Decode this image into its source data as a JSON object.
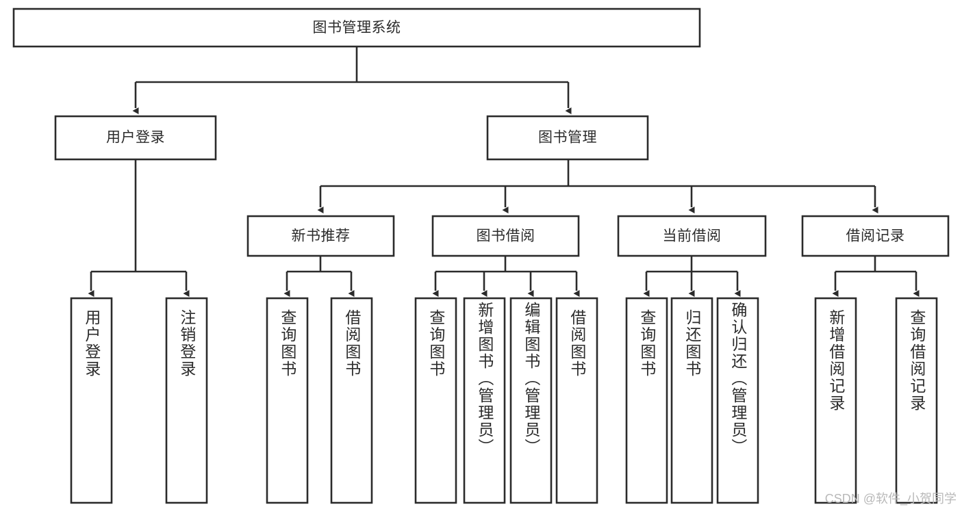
{
  "diagram": {
    "type": "tree-hierarchy",
    "title": "图书管理系统",
    "orientation": "top-down",
    "watermark": "CSDN @软件_小贺同学",
    "colors": {
      "box_stroke": "#2b2b2b",
      "box_fill": "#ffffff",
      "connector": "#2b2b2b",
      "text": "#2b2b2b",
      "watermark": "#b9b9b9",
      "background": "#ffffff"
    },
    "levels": {
      "root": "图书管理系统",
      "level2": [
        "用户登录",
        "图书管理"
      ],
      "level3": [
        "新书推荐",
        "图书借阅",
        "当前借阅",
        "借阅记录"
      ]
    },
    "nodes": {
      "root": {
        "label": "图书管理系统"
      },
      "user_login": {
        "label": "用户登录"
      },
      "book_manage": {
        "label": "图书管理"
      },
      "new_book_rec": {
        "label": "新书推荐"
      },
      "book_borrow": {
        "label": "图书借阅"
      },
      "current_borrow": {
        "label": "当前借阅"
      },
      "borrow_record": {
        "label": "借阅记录"
      }
    },
    "leaves": {
      "user_login": [
        {
          "label": "用户登录"
        },
        {
          "label": "注销登录"
        }
      ],
      "new_book_rec": [
        {
          "label": "查询图书"
        },
        {
          "label": "借阅图书"
        }
      ],
      "book_borrow": [
        {
          "label": "查询图书"
        },
        {
          "label": "新增图书（管理员）"
        },
        {
          "label": "编辑图书（管理员）"
        },
        {
          "label": "借阅图书"
        }
      ],
      "current_borrow": [
        {
          "label": "查询图书"
        },
        {
          "label": "归还图书"
        },
        {
          "label": "确认归还（管理员）"
        }
      ],
      "borrow_record": [
        {
          "label": "新增借阅记录"
        },
        {
          "label": "查询借阅记录"
        }
      ]
    }
  }
}
